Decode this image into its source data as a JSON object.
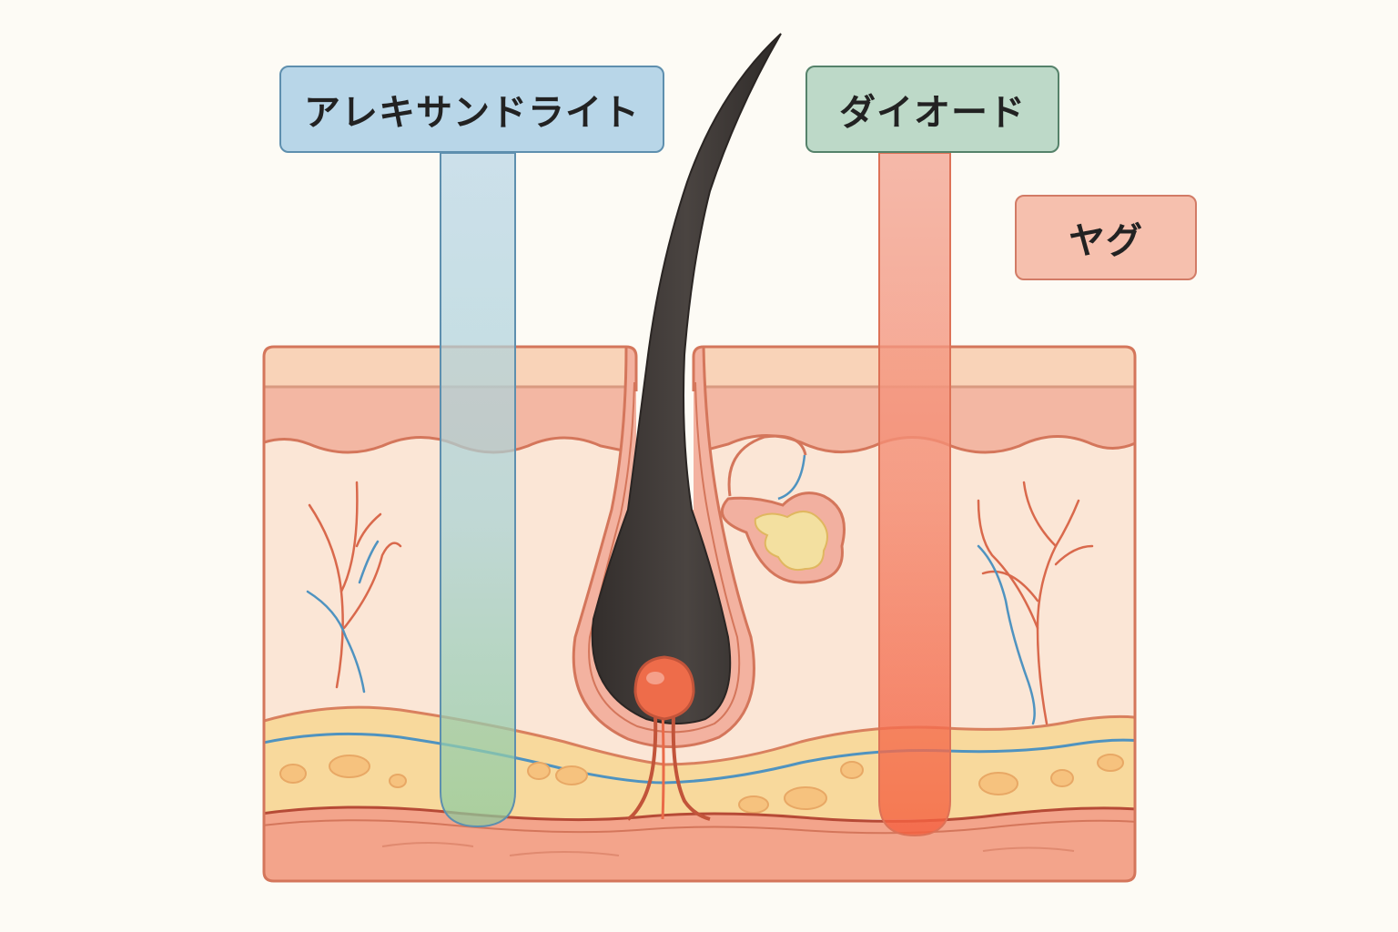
{
  "lasers": [
    {
      "key": "alexandrite",
      "label": "アレキサンドライト",
      "fill": "#b8d6e8",
      "border": "#5e8fae",
      "beam_top": "#b9d5e6",
      "beam_bottom": "#92cda4"
    },
    {
      "key": "diode",
      "label": "ダイオード",
      "fill": "#bdd9c8",
      "border": "#55826a",
      "beam_top": "#f3aa98",
      "beam_bottom": "#f46a4a"
    },
    {
      "key": "yag",
      "label": "ヤグ",
      "fill": "#f6c0ae",
      "border": "#d27b66"
    }
  ],
  "colors": {
    "background": "#fdfbf5",
    "epidermis": "#f3b4a0",
    "dermis": "#fbe6d6",
    "fat": "#f7d89a",
    "muscle": "#f39f86",
    "outline": "#d4765b",
    "hair": "#403a37",
    "papilla": "#ea6a48",
    "sebaceous": "#f3e0a0",
    "vein": "#4f93c0",
    "artery": "#d9694c"
  }
}
